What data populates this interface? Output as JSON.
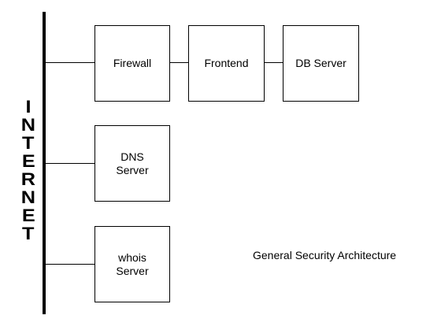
{
  "side_label": "INTERNET",
  "nodes": {
    "firewall": "Firewall",
    "frontend": "Frontend",
    "db_server": "DB Server",
    "dns_server": "DNS\nServer",
    "whois_server": "whois\nServer"
  },
  "caption": "General Security Architecture",
  "colors": {
    "line": "#000000",
    "background": "#ffffff"
  }
}
